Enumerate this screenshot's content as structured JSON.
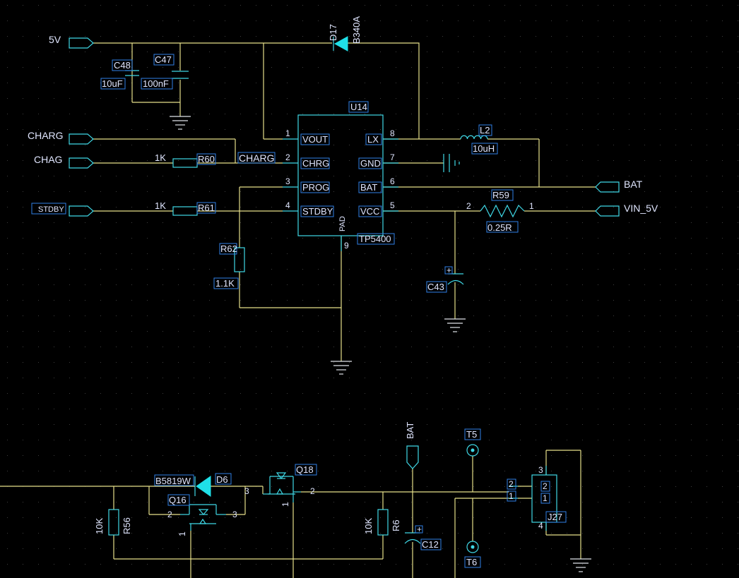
{
  "ports": {
    "p5v": "5V",
    "charg": "CHARG",
    "chag": "CHAG",
    "stdby": "STDBY",
    "bat": "BAT",
    "vin5v": "VIN_5V"
  },
  "u14": {
    "ref": "U14",
    "part": "TP5400",
    "pins_left": [
      {
        "num": "1",
        "name": "VOUT"
      },
      {
        "num": "2",
        "name": "CHRG"
      },
      {
        "num": "3",
        "name": "PROG"
      },
      {
        "num": "4",
        "name": "STDBY"
      }
    ],
    "pins_right": [
      {
        "num": "8",
        "name": "LX"
      },
      {
        "num": "7",
        "name": "GND"
      },
      {
        "num": "6",
        "name": "BAT"
      },
      {
        "num": "5",
        "name": "VCC"
      }
    ],
    "pad_name": "PAD",
    "pad_num": "9"
  },
  "parts": {
    "d17_ref": "D17",
    "d17_val": "B340A",
    "c48_ref": "C48",
    "c48_val": "10uF",
    "c47_ref": "C47",
    "c47_val": "100nF",
    "r60_ref": "R60",
    "r60_val": "1K",
    "r61_ref": "R61",
    "r61_val": "1K",
    "r62_ref": "R62",
    "r62_val": "1.1K",
    "l2_ref": "L2",
    "l2_val": "10uH",
    "r59_ref": "R59",
    "r59_val": "0.25R",
    "r59_pin2": "2",
    "r59_pin1": "1",
    "c43_ref": "C43",
    "charg_net": "CHARG",
    "d6_ref": "D6",
    "d6_val": "B5819W",
    "q16_ref": "Q16",
    "q18_ref": "Q18",
    "r56_ref": "R56",
    "r56_val": "10K",
    "r6_ref": "R6",
    "r6_val": "10K",
    "c12_ref": "C12",
    "bat_net": "BAT",
    "t5_ref": "T5",
    "t6_ref": "T6",
    "j27_ref": "J27"
  },
  "pins": {
    "q16_2": "2",
    "q16_3": "3",
    "q16_1": "1",
    "q18_3": "3",
    "q18_2": "2",
    "q18_1": "1",
    "j27_ext_2": "2",
    "j27_ext_1": "1",
    "j27_ext_3": "3",
    "j27_ext_4": "4",
    "j27_int_2": "2",
    "j27_int_1": "1",
    "c_plus": "+"
  },
  "colors": {
    "background": "#000000",
    "wire": "#e6e08a",
    "part_outline": "#3fd8e6",
    "diode_fill": "#1fe0e8",
    "label_box": "#2f7fe6",
    "text": "#e0e6ff"
  }
}
